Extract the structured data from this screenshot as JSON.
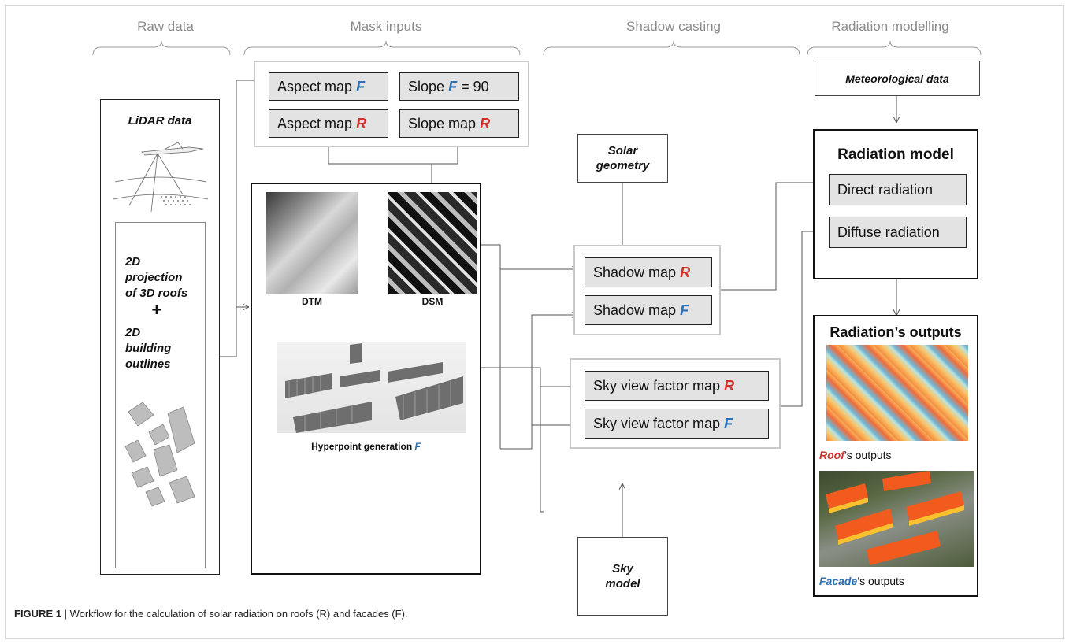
{
  "stages": [
    "Raw data",
    "Mask inputs",
    "Shadow casting",
    "Radiation modelling"
  ],
  "raw": {
    "lidar_title": "LiDAR data",
    "proj_line1": "2D",
    "proj_line2": "projection",
    "proj_line3": "of 3D roofs",
    "plus": "+",
    "outl_line1": "2D",
    "outl_line2": "building",
    "outl_line3": "outlines"
  },
  "mask": {
    "aspect_f": "Aspect map",
    "slope_f": "Slope",
    "slope_f_value": "= 90",
    "aspect_r": "Aspect map",
    "slope_r": "Slope map",
    "r": "R",
    "f": "F"
  },
  "hyper": {
    "dtm": "DTM",
    "dsm": "DSM",
    "label": "Hyperpoint generation"
  },
  "shadow": {
    "solar_line1": "Solar",
    "solar_line2": "geometry",
    "shadow_r": "Shadow map",
    "shadow_f": "Shadow map",
    "svf_r": "Sky view factor map",
    "svf_f": "Sky view factor map",
    "sky_line1": "Sky",
    "sky_line2": "model"
  },
  "radiation": {
    "meteo": "Meteorological data",
    "model_title": "Radiation model",
    "direct": "Direct radiation",
    "diffuse": "Diffuse radiation",
    "outputs_title": "Radiation’s outputs",
    "roof_word": "Roof",
    "roof_rest": "’s outputs",
    "facade_word": "Facade",
    "facade_rest": "’s outputs"
  },
  "caption": {
    "figure": "FIGURE 1",
    "text": " | Workflow for the calculation of solar radiation on roofs (R) and facades (F)."
  }
}
